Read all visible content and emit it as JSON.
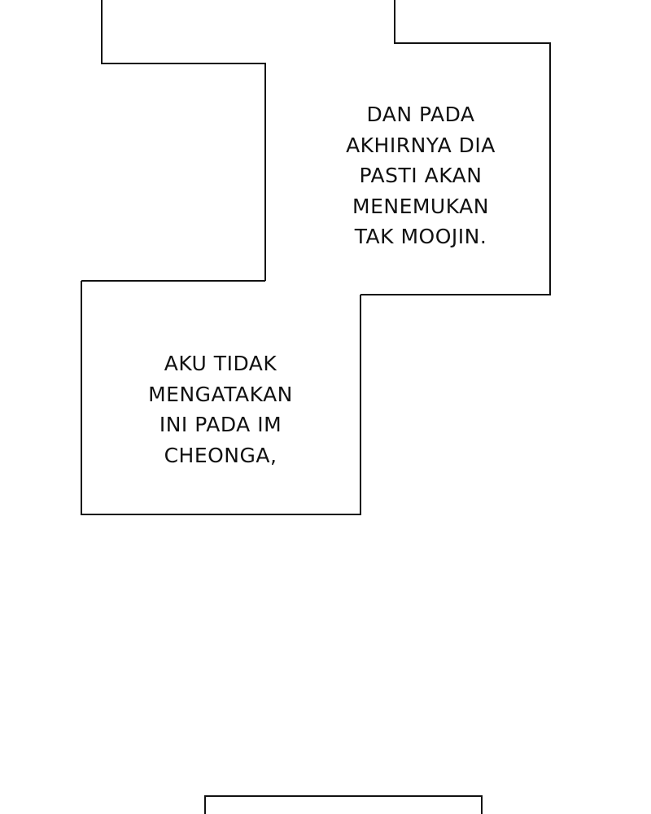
{
  "captions": {
    "upper_right": {
      "lines": [
        "DAN PADA",
        "AKHIRNYA DIA",
        "PASTI AKAN",
        "MENEMUKAN",
        "TAK MOOJIN."
      ]
    },
    "lower_left": {
      "lines": [
        "AKU TIDAK",
        "MENGATAKAN",
        "INI PADA IM",
        "CHEONGA,"
      ]
    }
  },
  "colors": {
    "background": "#ffffff",
    "panel_border": "#111111",
    "text": "#111111"
  }
}
